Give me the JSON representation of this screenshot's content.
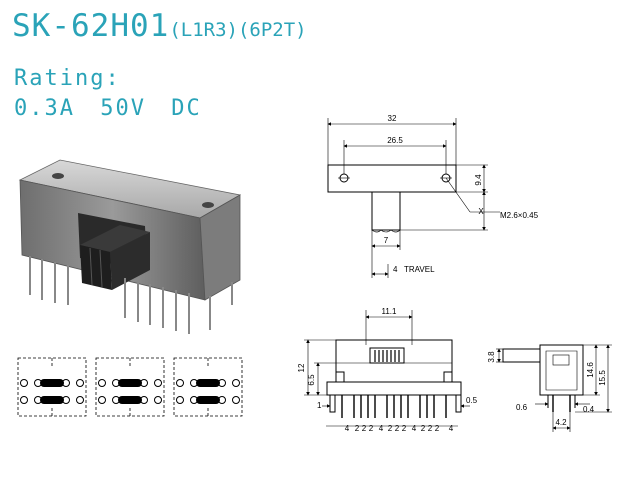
{
  "header": {
    "model": "SK-62H01",
    "config": "(L1R3)(6P2T)",
    "rating_label": "Rating:",
    "rating_value": "0.3A 50V DC"
  },
  "top_view": {
    "dim_overall": "32",
    "dim_holes": "26.5",
    "dim_height": "9.4",
    "dim_x": "X",
    "hole_spec": "M2.6×0.45",
    "dim_actuator": "7",
    "dim_travel": "4",
    "travel_label": "TRAVEL"
  },
  "front_view": {
    "dim_actuator_width": "11.1",
    "dim_height_total": "12",
    "dim_height_body": "6.5",
    "dim_pin_offset": "1",
    "dim_pin_thickness": "0.5",
    "pitch_labels": [
      "4",
      "2",
      "2",
      "2",
      "4",
      "2",
      "2",
      "2",
      "4",
      "2",
      "2",
      "2",
      "4"
    ]
  },
  "side_view": {
    "dim_actuator": "3.8",
    "dim_body": "14.6",
    "dim_total": "15.5",
    "dim_pin_left": "0.6",
    "dim_pin_right": "0.4",
    "dim_pin_spacing": "4.2"
  },
  "colors": {
    "title": "#2aa3b8",
    "line": "#000000"
  }
}
